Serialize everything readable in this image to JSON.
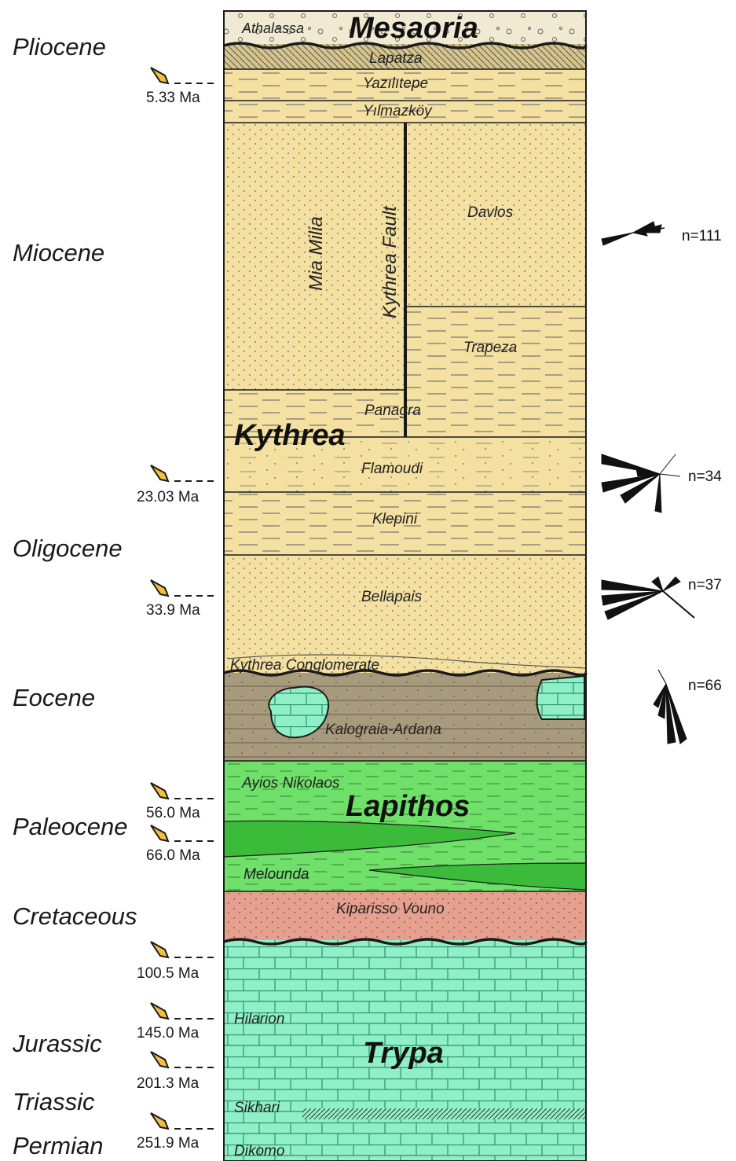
{
  "epochs": {
    "pliocene": "Pliocene",
    "miocene": "Miocene",
    "oligocene": "Oligocene",
    "eocene": "Eocene",
    "paleocene": "Paleocene",
    "cretaceous": "Cretaceous",
    "jurassic": "Jurassic",
    "triassic": "Triassic",
    "permian": "Permian"
  },
  "ages": {
    "a1": "5.33 Ma",
    "a2": "23.03 Ma",
    "a3": "33.9 Ma",
    "a4": "56.0 Ma",
    "a5": "66.0 Ma",
    "a6": "100.5 Ma",
    "a7": "145.0 Ma",
    "a8": "201.3 Ma",
    "a9": "251.9 Ma"
  },
  "groups": {
    "mesaoria": "Mesaoria",
    "kythrea": "Kythrea",
    "lapithos": "Lapithos",
    "trypa": "Trypa"
  },
  "units": {
    "athalassa": "Athalassa",
    "lapatza": "Lapatza",
    "yazilitepe": "Yazılıtepe",
    "yilmazkoy": "Yılmazköy",
    "mia_milia": "Mia Milia",
    "kythrea_fault": "Kythrea Fault",
    "davlos": "Davlos",
    "trapeza": "Trapeza",
    "panagra": "Panagra",
    "flamoudi": "Flamoudi",
    "klepini": "Klepini",
    "bellapais": "Bellapais",
    "kythrea_conglomerate": "Kythrea Conglomerate",
    "kalograia_ardana": "Kalograia-Ardana",
    "ayios_nikolaos": "Ayios Nikolaos",
    "melounda": "Melounda",
    "kiparisso_vouno": "Kiparisso Vouno",
    "hilarion": "Hilarion",
    "sikhari": "Sikhari",
    "dikomo": "Dikomo"
  },
  "rose_counts": {
    "r1": "n=111",
    "r2": "n=34",
    "r3": "n=37",
    "r4": "n=66"
  },
  "colors": {
    "yellow": "#f4e0a0",
    "brown": "#a89a7c",
    "green": "#6fe06a",
    "dark_green": "#3cba3a",
    "pink": "#e5a08f",
    "teal": "#8ff0c8",
    "outline": "#1a1a1a"
  }
}
